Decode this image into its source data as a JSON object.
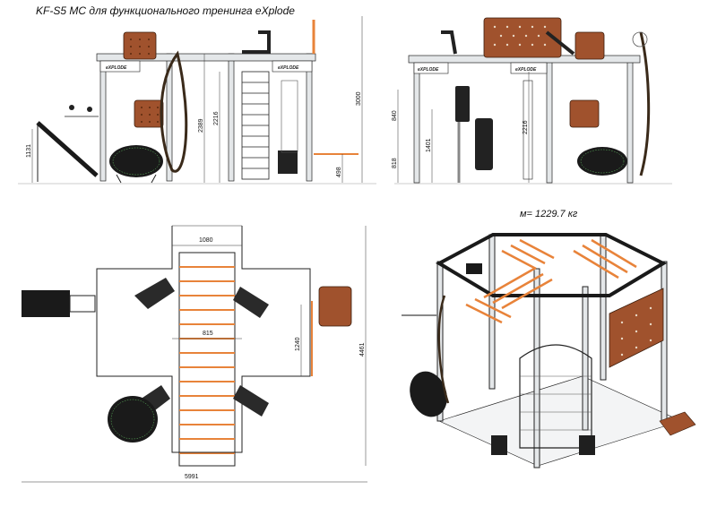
{
  "title": "KF-S5 MC для функционального тренинга eXplode",
  "mass_label": "м= 1229.7 кг",
  "brand_logo": "eXPLODE",
  "colors": {
    "frame": "#d9dde0",
    "outline": "#1a1a1a",
    "wood": "#a0522d",
    "wood_dark": "#6b3418",
    "orange": "#e8833a",
    "black": "#1f1f1f",
    "dim_line": "#333333"
  },
  "front_view": {
    "dims": {
      "total_height": "3000",
      "top_bar": "2389",
      "inner": "2216",
      "bottom_offset": "498",
      "bench": "1131"
    }
  },
  "side_view": {
    "dims": {
      "upper": "840",
      "lower": "818",
      "mid": "1401",
      "height": "2216"
    }
  },
  "plan_view": {
    "dims": {
      "ladder_width": "1080",
      "inner_width": "815",
      "depth": "1240",
      "total_length": "5991",
      "total_width": "4461"
    }
  },
  "iso_view": {}
}
